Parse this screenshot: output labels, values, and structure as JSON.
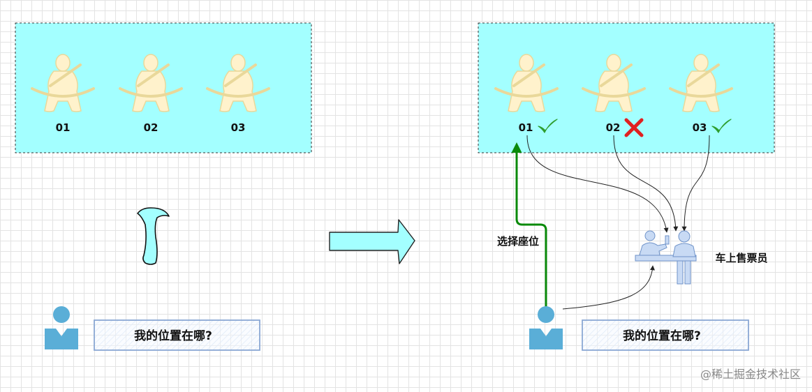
{
  "left_panel": {
    "seats": [
      {
        "label": "01"
      },
      {
        "label": "02"
      },
      {
        "label": "03"
      }
    ],
    "question": "我的位置在哪?"
  },
  "right_panel": {
    "seats": [
      {
        "label": "01",
        "status": "available",
        "status_icon": "check-icon"
      },
      {
        "label": "02",
        "status": "occupied",
        "status_icon": "cross-icon"
      },
      {
        "label": "03",
        "status": "available",
        "status_icon": "check-icon"
      }
    ],
    "question": "我的位置在哪?",
    "choose_seat_label": "选择座位",
    "conductor_label": "车上售票员"
  },
  "watermark": "@稀土掘金技术社区",
  "colors": {
    "panel_fill": "#a3ffff",
    "seat_fill": "#fff2cc",
    "person_blue": "#5aaed7",
    "path_green": "#0a8a0a",
    "check_green": "#2e9e2e",
    "cross_red": "#e02020",
    "conductor_blue": "#a9c4eb"
  }
}
